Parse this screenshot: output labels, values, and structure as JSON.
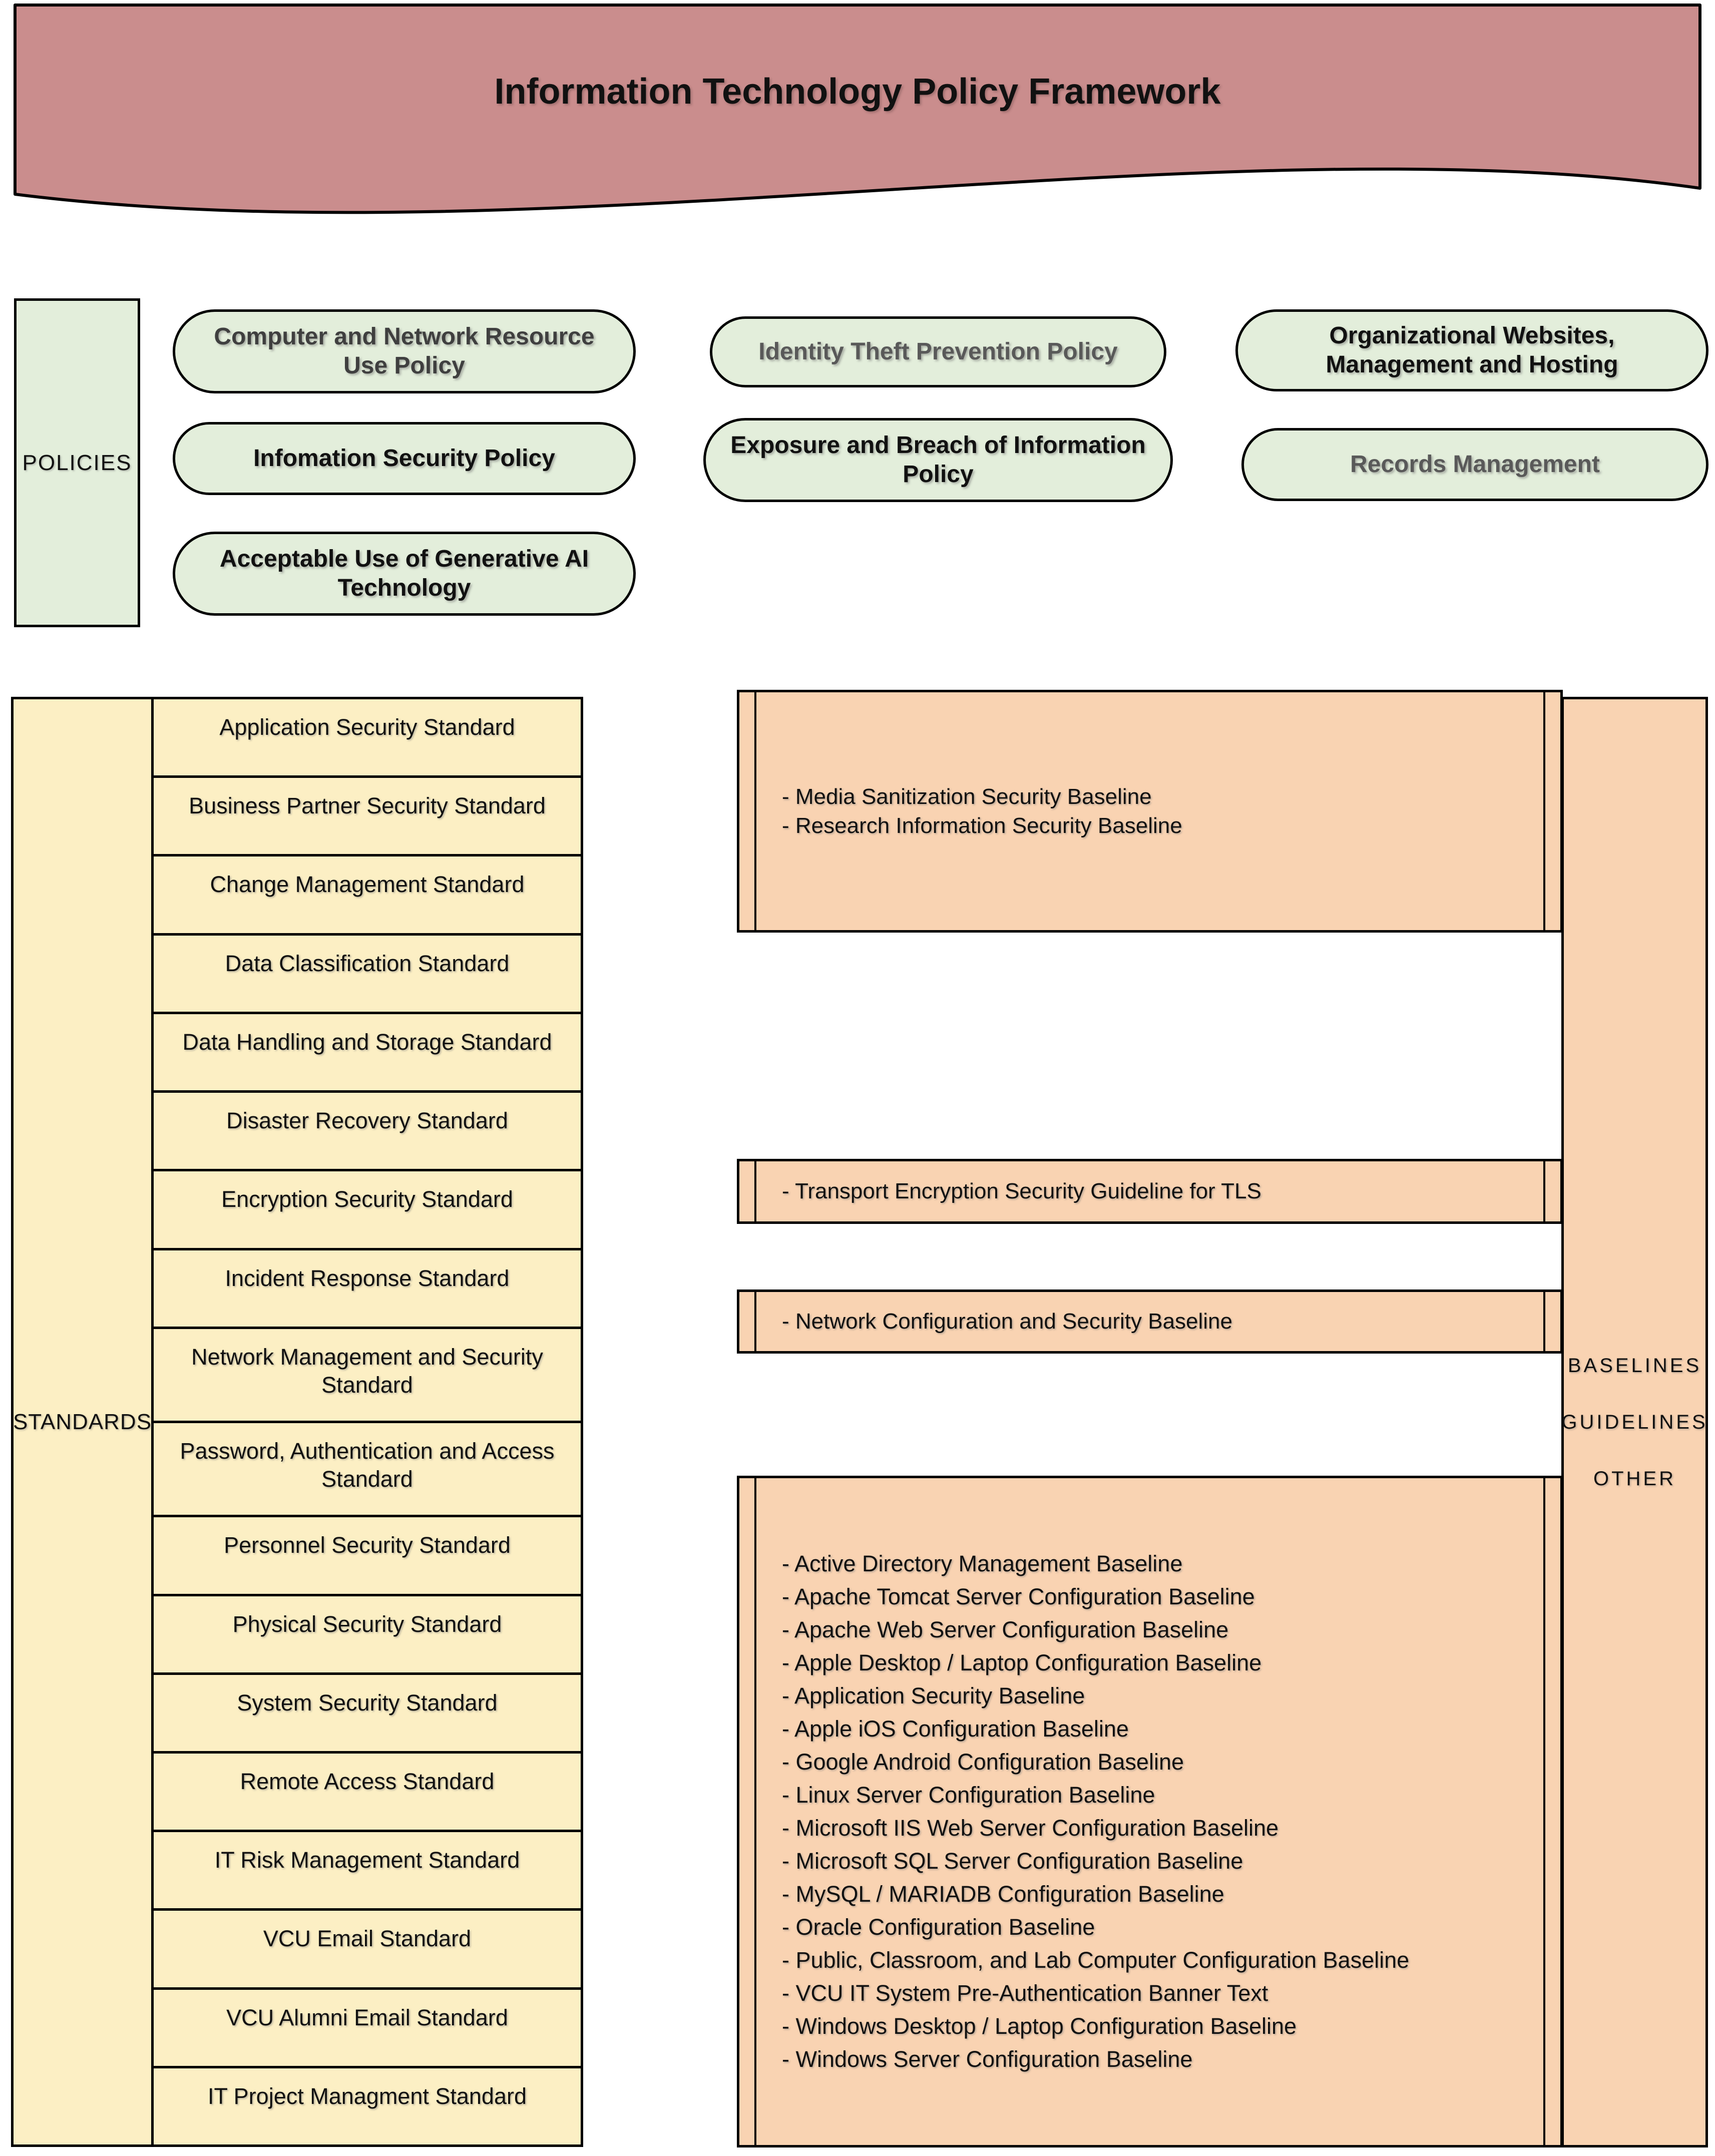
{
  "header": {
    "title": "Information Technology Policy Framework"
  },
  "policies": {
    "label": "POLICIES",
    "items": [
      {
        "label": "Computer and Network Resource Use Policy"
      },
      {
        "label": "Infomation Security Policy"
      },
      {
        "label": "Acceptable Use of Generative AI Technology"
      },
      {
        "label": "Identity Theft Prevention Policy"
      },
      {
        "label": "Exposure and Breach of Information Policy"
      },
      {
        "label": "Organizational Websites, Management and Hosting"
      },
      {
        "label": "Records Management"
      }
    ]
  },
  "standards": {
    "label": "STANDARDS",
    "items": [
      "Application Security Standard",
      "Business Partner Security Standard",
      "Change Management Standard",
      "Data Classification Standard",
      "Data Handling and Storage Standard",
      "Disaster Recovery Standard",
      "Encryption Security Standard",
      "Incident Response Standard",
      "Network Management and Security Standard",
      "Password, Authentication and Access Standard",
      "Personnel Security Standard",
      "Physical Security Standard",
      "System Security Standard",
      "Remote Access Standard",
      "IT Risk Management Standard",
      "VCU Email Standard",
      "VCU Alumni Email Standard",
      "IT Project Managment Standard"
    ]
  },
  "baselines": {
    "rail_labels": [
      "BASELINES",
      "GUIDELINES",
      "OTHER"
    ],
    "groups": [
      {
        "items": [
          "- Media Sanitization Security Baseline",
          "- Research Information Security Baseline"
        ]
      },
      {
        "items": [
          "- Transport Encryption Security Guideline for TLS"
        ]
      },
      {
        "items": [
          "- Network Configuration and Security Baseline"
        ]
      },
      {
        "items": [
          "- Active Directory Management Baseline",
          "- Apache Tomcat Server Configuration Baseline",
          "- Apache Web Server Configuration Baseline",
          "- Apple Desktop / Laptop Configuration Baseline",
          "- Application Security Baseline",
          "- Apple iOS Configuration Baseline",
          "- Google Android Configuration Baseline",
          "- Linux Server Configuration Baseline",
          "- Microsoft IIS Web Server Configuration Baseline",
          "- Microsoft SQL Server Configuration Baseline",
          "- MySQL / MARIADB Configuration Baseline",
          "- Oracle Configuration Baseline",
          "- Public, Classroom, and Lab Computer Configuration Baseline",
          "- VCU IT System Pre-Authentication Banner Text",
          "- Windows Desktop / Laptop Configuration Baseline",
          "- Windows Server Configuration Baseline"
        ]
      }
    ]
  },
  "colors": {
    "banner_fill": "#CA8D8D",
    "policy_fill": "#E3EEDB",
    "standard_fill": "#FCEFC4",
    "baseline_fill": "#F9D3B2",
    "border_color": "#000000",
    "text_black": "#111111",
    "text_dark": "#3F3F3F",
    "text_gray": "#595959"
  }
}
